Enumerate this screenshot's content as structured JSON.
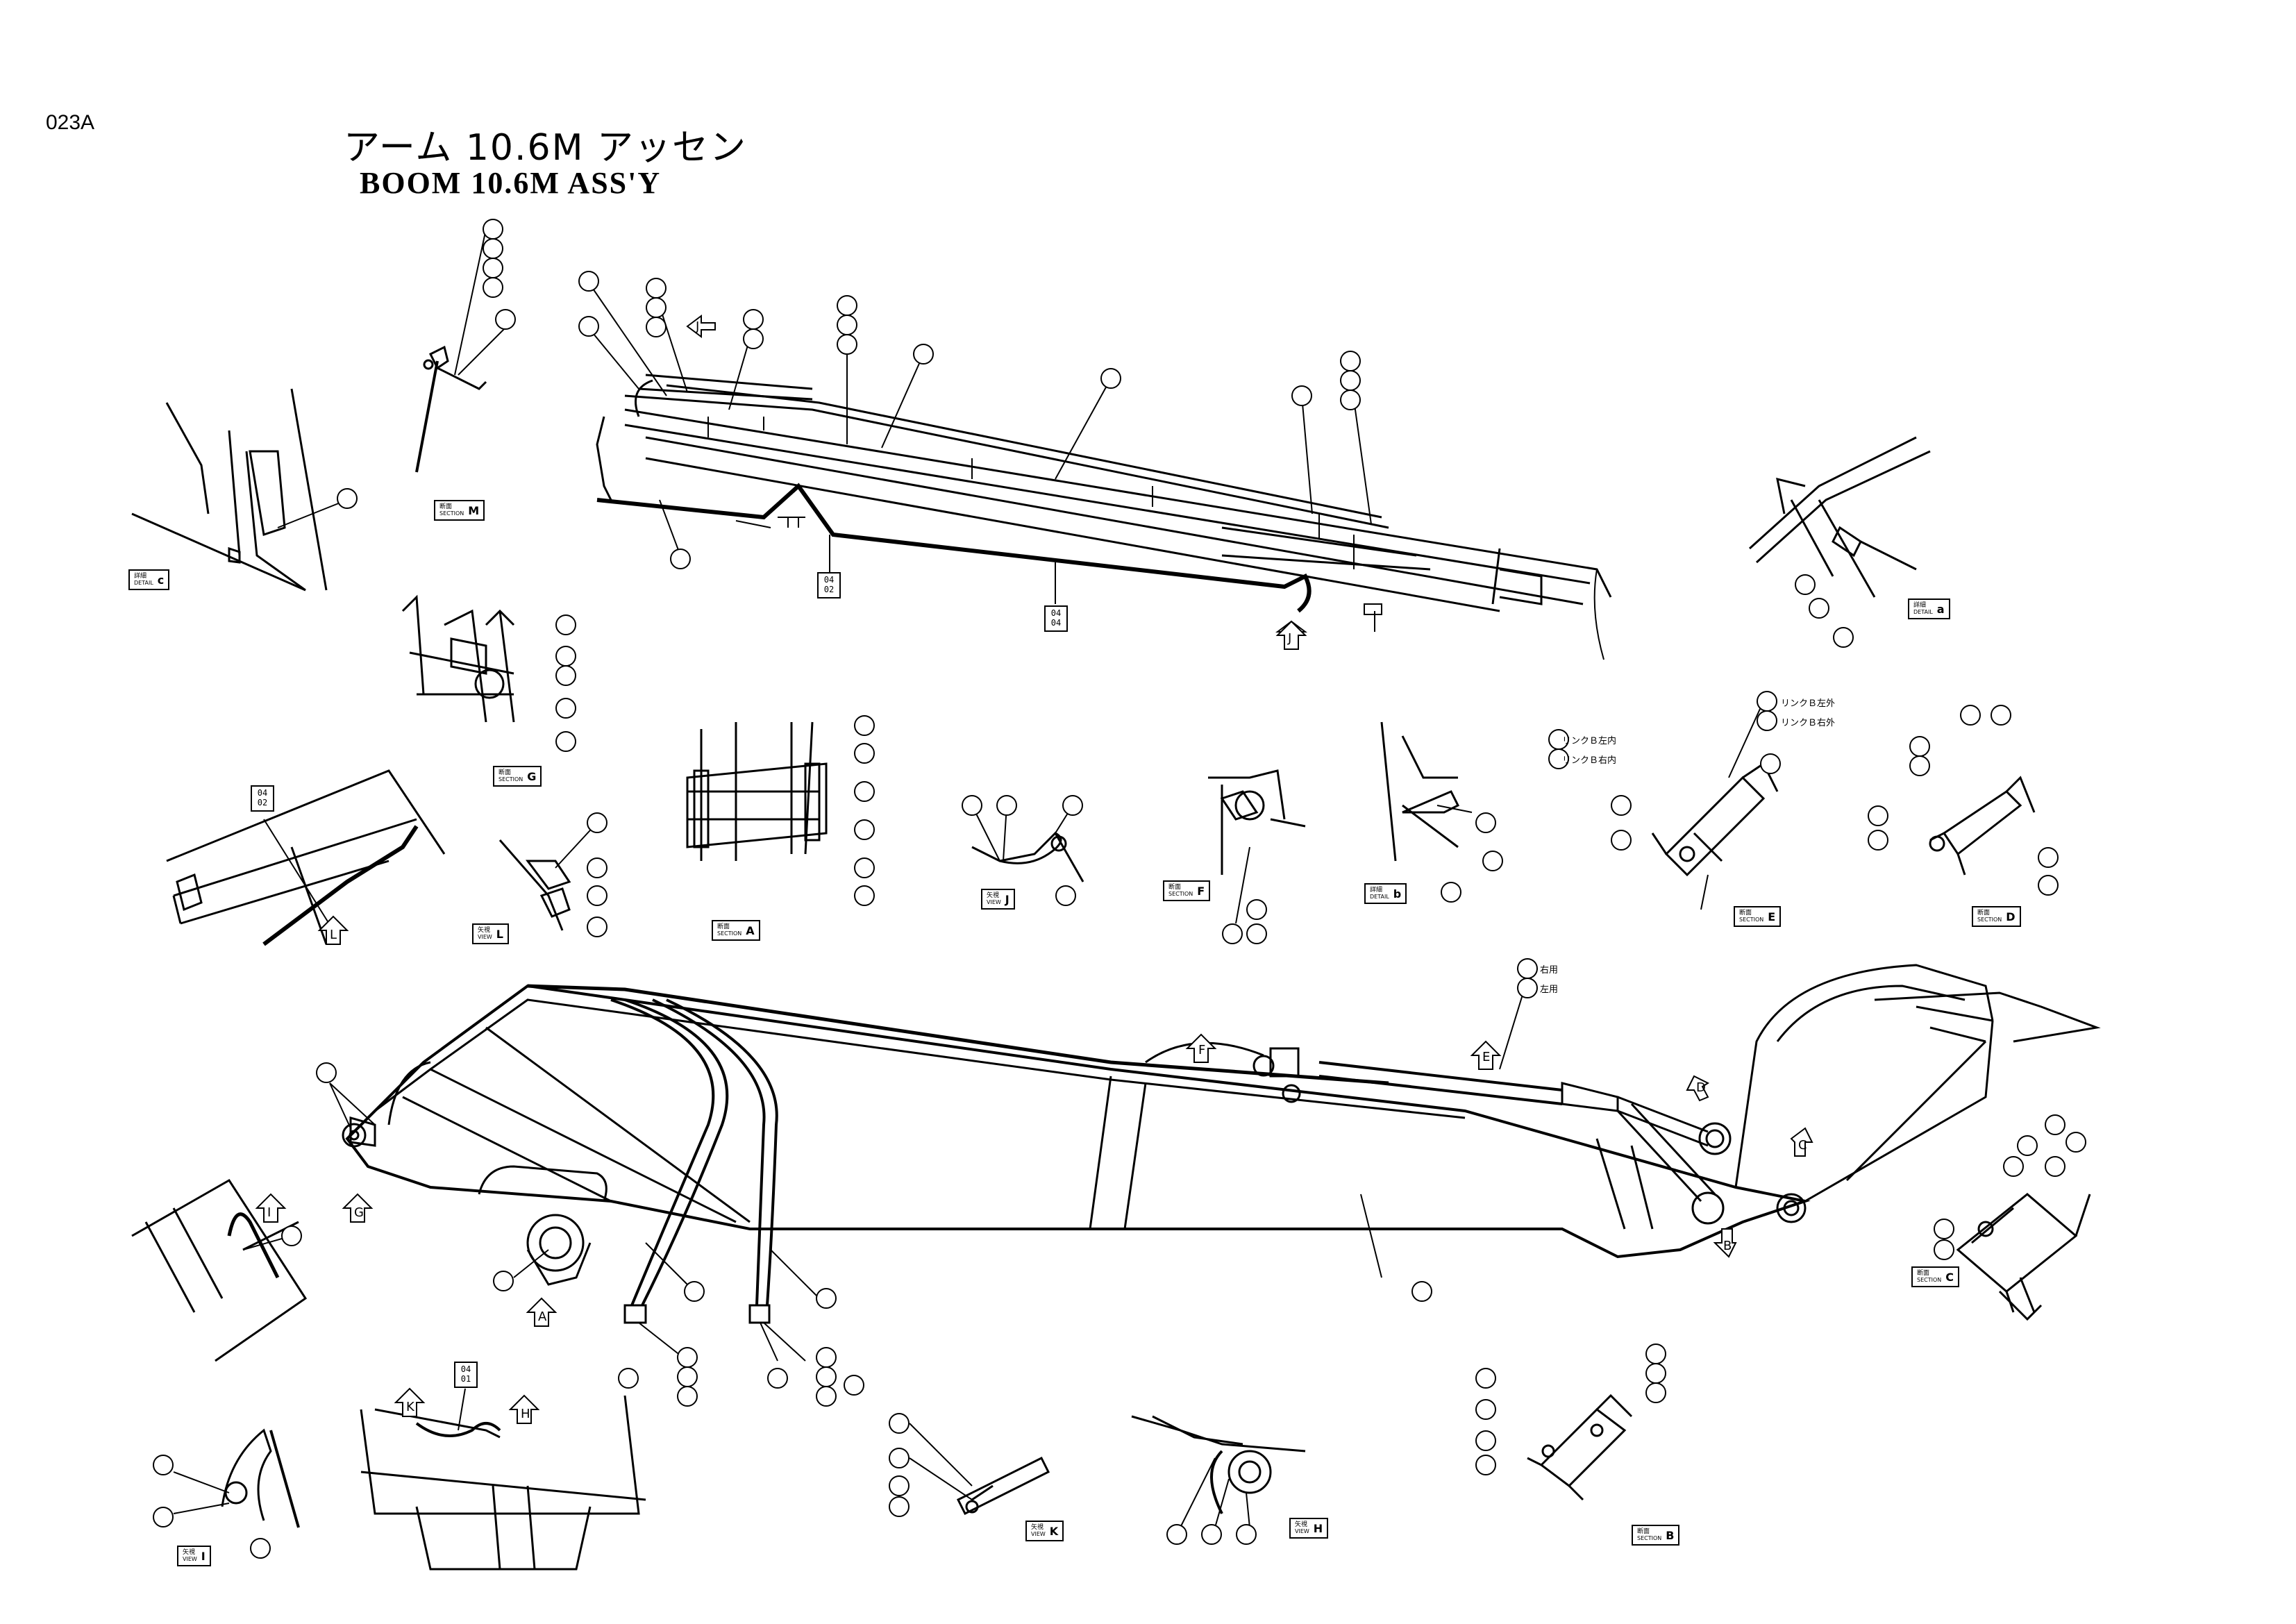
{
  "page_code": "023A",
  "title_jp": "アーム 10.6M アッセン",
  "title_en": "BOOM  10.6M  ASS'Y",
  "views": {
    "section_m": {
      "kanji": "断面",
      "label": "SECTION",
      "letter": "M"
    },
    "detail_c": {
      "kanji": "詳細",
      "label": "DETAIL",
      "letter": "c"
    },
    "detail_a": {
      "kanji": "詳細",
      "label": "DETAIL",
      "letter": "a"
    },
    "section_g": {
      "kanji": "断面",
      "label": "SECTION",
      "letter": "G"
    },
    "view_l": {
      "kanji": "矢視",
      "label": "VIEW",
      "letter": "L"
    },
    "section_a": {
      "kanji": "断面",
      "label": "SECTION",
      "letter": "A"
    },
    "view_j": {
      "kanji": "矢視",
      "label": "VIEW",
      "letter": "J"
    },
    "section_f": {
      "kanji": "断面",
      "label": "SECTION",
      "letter": "F"
    },
    "detail_b": {
      "kanji": "詳細",
      "label": "DETAIL",
      "letter": "b"
    },
    "section_e": {
      "kanji": "断面",
      "label": "SECTION",
      "letter": "E"
    },
    "section_d": {
      "kanji": "断面",
      "label": "SECTION",
      "letter": "D"
    },
    "section_c": {
      "kanji": "断面",
      "label": "SECTION",
      "letter": "C"
    },
    "view_i": {
      "kanji": "矢視",
      "label": "VIEW",
      "letter": "I"
    },
    "view_k": {
      "kanji": "矢視",
      "label": "VIEW",
      "letter": "K"
    },
    "view_h": {
      "kanji": "矢視",
      "label": "VIEW",
      "letter": "H"
    },
    "section_b": {
      "kanji": "断面",
      "label": "SECTION",
      "letter": "B"
    }
  },
  "annotations": {
    "link_b_left_in": "リンクＢ左内",
    "link_b_right_in": "リンクＢ右内",
    "link_b_left_out": "リンクＢ左外",
    "link_b_right_out": "リンクＢ右外",
    "right": "右用",
    "left": "左用"
  },
  "view_arrows": [
    "A",
    "B",
    "C",
    "D",
    "E",
    "F",
    "G",
    "H",
    "J",
    "K",
    "L"
  ],
  "part_codes": {
    "box_0402": "04 02",
    "box_0404": "04 04",
    "box_0401": "04 01",
    "box_0402_l": "04 02"
  }
}
